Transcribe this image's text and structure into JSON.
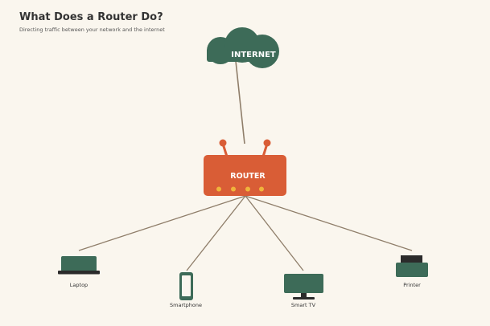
{
  "header": {
    "title": "What Does a Router Do?",
    "subtitle": "Directing traffic between your network and the internet"
  },
  "nodes": {
    "internet": {
      "label": "INTERNET",
      "icon": "cloud-icon"
    },
    "router": {
      "label": "ROUTER",
      "icon": "router-icon",
      "status_lights": 4
    },
    "devices": [
      {
        "label": "Laptop",
        "icon": "laptop-icon"
      },
      {
        "label": "Smartphone",
        "icon": "smartphone-icon"
      },
      {
        "label": "Smart TV",
        "icon": "tv-icon"
      },
      {
        "label": "Printer",
        "icon": "printer-icon"
      }
    ]
  },
  "colors": {
    "background": "#faf6ee",
    "node_green": "#3d6b58",
    "router_orange": "#d95d36",
    "status_light": "#f0b43c",
    "connector": "#8f7e6a",
    "dark": "#2b2b2b"
  }
}
